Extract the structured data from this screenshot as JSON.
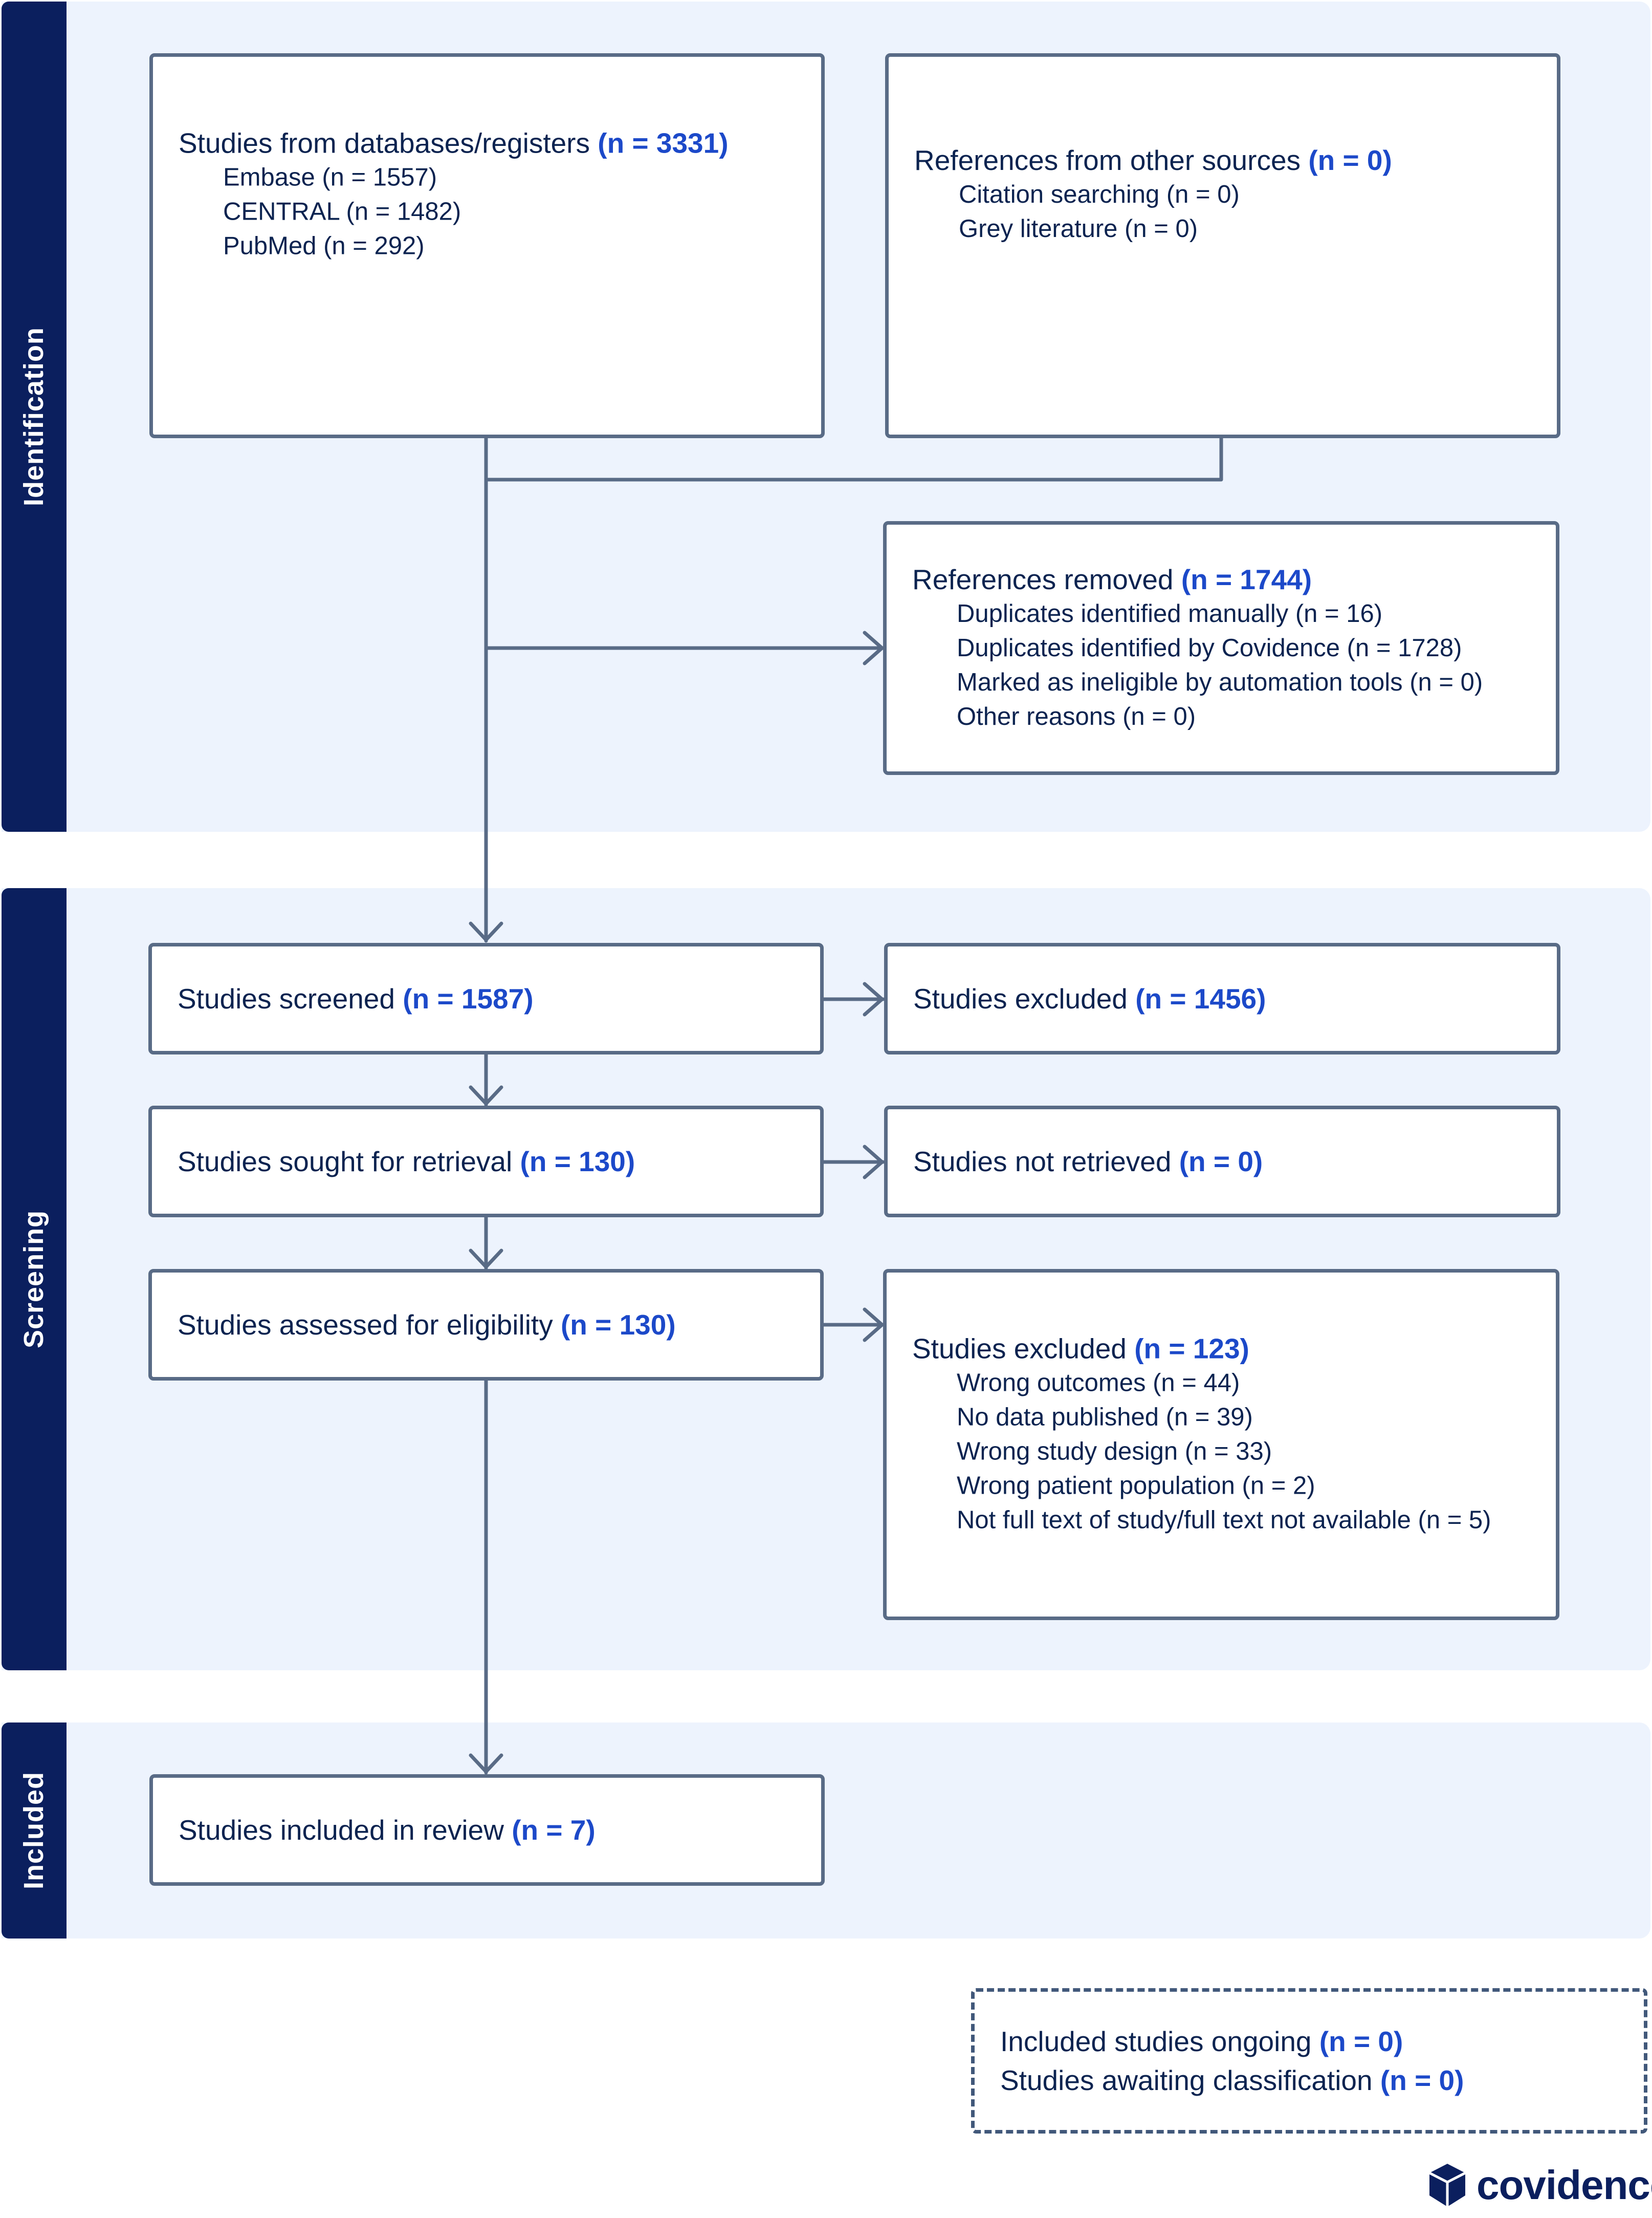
{
  "phases": {
    "identification": "Identification",
    "screening": "Screening",
    "included": "Included"
  },
  "boxes": {
    "databases": {
      "label": "Studies from databases/registers",
      "n": "(n = 3331)",
      "sub": [
        "Embase (n = 1557)",
        "CENTRAL (n = 1482)",
        "PubMed (n = 292)"
      ]
    },
    "other_sources": {
      "label": "References from other sources",
      "n": "(n = 0)",
      "sub": [
        "Citation searching (n = 0)",
        "Grey literature (n = 0)"
      ]
    },
    "removed": {
      "label": "References removed",
      "n": "(n = 1744)",
      "sub": [
        "Duplicates identified manually (n = 16)",
        "Duplicates identified by Covidence (n = 1728)",
        "Marked as ineligible by automation tools (n = 0)",
        "Other reasons (n = 0)"
      ]
    },
    "screened": {
      "label": "Studies screened",
      "n": "(n = 1587)"
    },
    "excluded_screen": {
      "label": "Studies excluded",
      "n": "(n = 1456)"
    },
    "sought": {
      "label": "Studies sought for retrieval",
      "n": "(n = 130)"
    },
    "not_retrieved": {
      "label": "Studies not retrieved",
      "n": "(n = 0)"
    },
    "assessed": {
      "label": "Studies assessed for eligibility",
      "n": "(n = 130)"
    },
    "excluded_full": {
      "label": "Studies excluded",
      "n": "(n = 123)",
      "sub": [
        "Wrong outcomes (n = 44)",
        "No data published (n = 39)",
        "Wrong study design (n = 33)",
        "Wrong patient population (n = 2)",
        "Not full text of study/full text not available (n = 5)"
      ]
    },
    "included": {
      "label": "Studies included in review",
      "n": "(n = 7)"
    },
    "ongoing": {
      "line1_label": "Included studies ongoing",
      "line1_n": "(n = 0)",
      "line2_label": "Studies awaiting classification",
      "line2_n": "(n = 0)"
    }
  },
  "logo": {
    "text": "covidence",
    "icon": "covidence-logo-icon"
  },
  "colors": {
    "phase_tab": "#0b1f5e",
    "phase_bg": "#edf3fd",
    "box_border": "#596b86",
    "count_text": "#1c49c9",
    "body_text": "#0b2350"
  }
}
